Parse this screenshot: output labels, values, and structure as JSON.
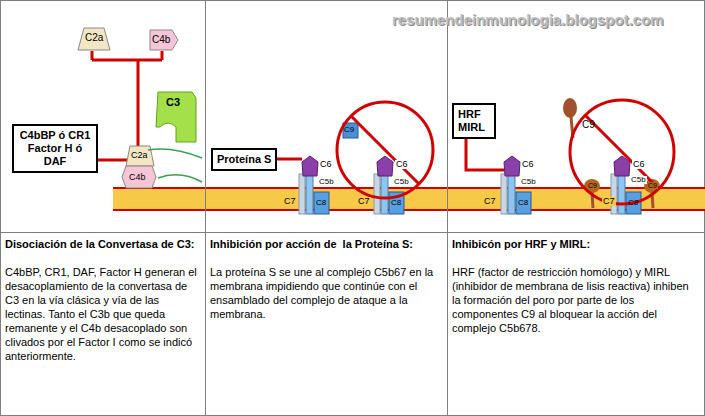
{
  "diagram": {
    "nodes": [
      {
        "text": [
          "C4bBP ó CR1 Factor H ó DAF"
        ]
      },
      {
        "text": [
          "Proteína S"
        ]
      },
      {
        "text": [
          "HRF MIRL"
        ]
      },
      {
        "text": [
          "Disociación de la Convertasa de C3:",
          "C4bBP, CR1, DAF, Factor H generan el desacoplamiento de la convertasa de C3 en la vía clásica y vía de las lectinas. Tanto el C3b que queda remanente y el C4b desacoplado son clivados por el Factor I como se indicó anteriormente."
        ]
      },
      {
        "text": [
          "Inhibición por acción de  la Proteína S:",
          "La proteína S se une al complejo C5b67 en la membrana impidiendo que continúe con el ensamblado del complejo de ataque a la membrana."
        ]
      },
      {
        "text": [
          "Inhibicón por HRF y MIRL:",
          "HRF (factor de restricción homólogo) y MIRL (inhibidor de membrana de lisis reactiva) inhiben la formación del poro por parte de los componentes C9 al bloquear la acción del complejo C5b678."
        ]
      }
    ],
    "labels": [
      "resumendeinmunologia.blogspot.com",
      "C2a",
      "C4b",
      "C3",
      "C2a",
      "C4b",
      "C9",
      "C6",
      "C7",
      "C5b",
      "C8",
      "C6",
      "C7",
      "C5b",
      "C8",
      "C9",
      "C6",
      "C7",
      "C5b",
      "C8",
      "C9",
      "C6",
      "C7",
      "C5b",
      "C8",
      "C9"
    ]
  }
}
